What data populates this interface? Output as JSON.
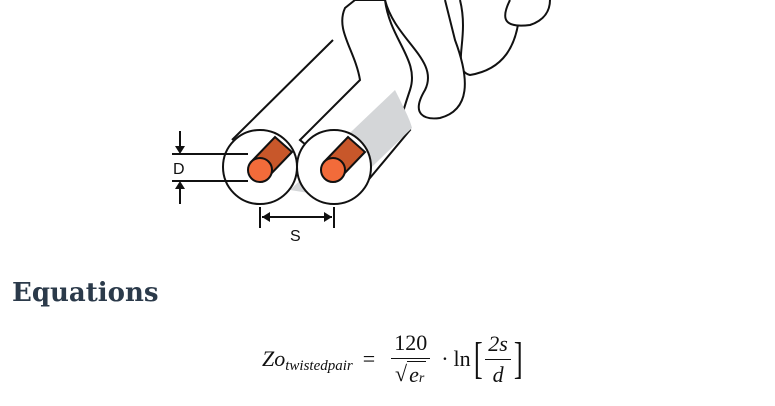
{
  "diagram": {
    "label_diameter": "D",
    "label_spacing": "S",
    "colors": {
      "core_face": "#f26b3a",
      "core_side": "#c8572a",
      "shadow": "#d4d6d8",
      "outline": "#111111"
    }
  },
  "section": {
    "heading": "Equations"
  },
  "equation": {
    "lhs_main": "Zo",
    "lhs_sub": "twistedpair",
    "equals": "=",
    "numerator": "120",
    "sqrt_symbol": "√",
    "denominator_var": "e",
    "denominator_sub": "r",
    "dot": "·",
    "ln": "ln",
    "bracket_open": "[",
    "inner_numerator": "2s",
    "inner_denominator": "d",
    "bracket_close": "]"
  }
}
